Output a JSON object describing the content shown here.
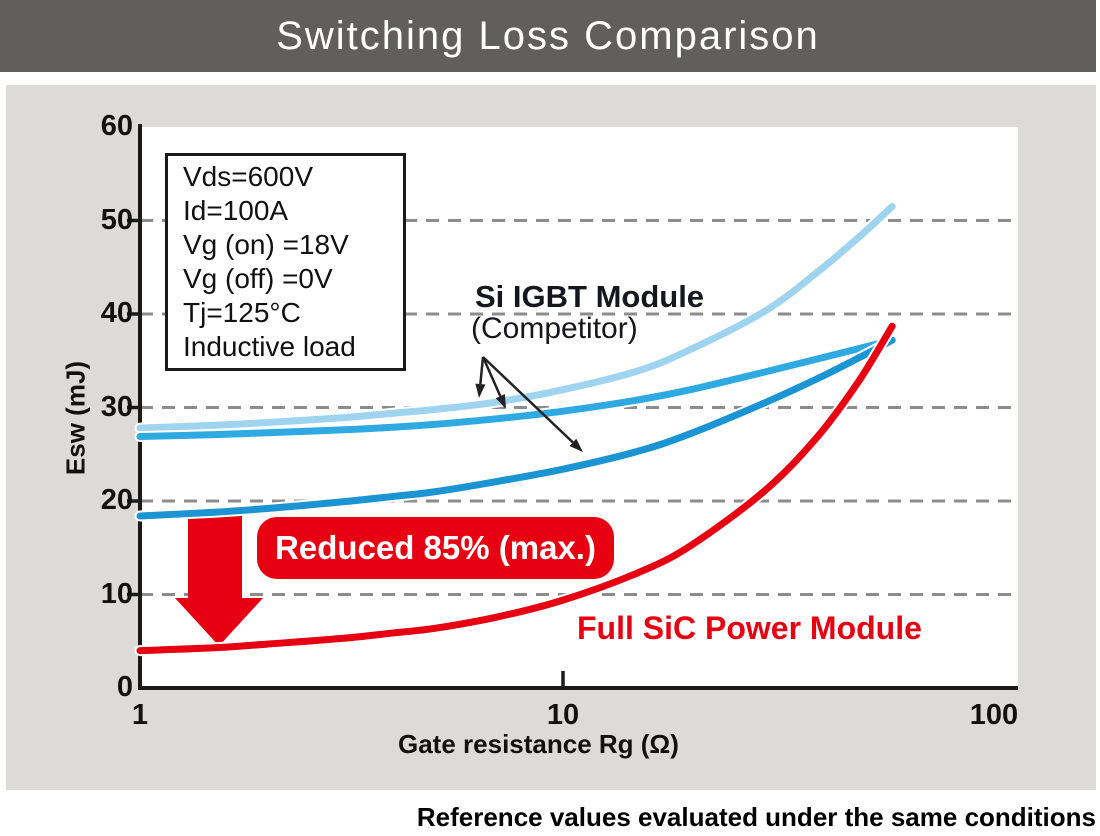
{
  "title": "Switching Loss Comparison",
  "conditions": [
    "Vds=600V",
    "Id=100A",
    "Vg (on) =18V",
    "Vg (off) =0V",
    "Tj=125°C",
    "Inductive load"
  ],
  "annotations": {
    "si_igbt_line1": "Si IGBT Module",
    "si_igbt_line2": "(Competitor)",
    "full_sic": "Full SiC Power Module",
    "reduced_badge": "Reduced 85% (max.)"
  },
  "footer": "Reference values evaluated under the same conditions",
  "colors": {
    "title_bar_bg": "#605f5d",
    "title_text": "#ffffff",
    "panel_bg": "#dcdbd9",
    "plot_bg": "#ffffff",
    "grid": "#8c8c8c",
    "axis": "#1a1a1a",
    "accent_red": "#e60012",
    "igbt_light": "#9fd4f1",
    "igbt_mid": "#2fa9e1",
    "igbt_dark": "#1b94d3",
    "annotation_arrow": "#222222"
  },
  "chart_data": {
    "type": "line",
    "title": "Switching Loss Comparison",
    "xlabel": "Gate resistance Rg (Ω)",
    "ylabel": "Esw (mJ)",
    "x_scale": "log",
    "xlim": [
      1,
      120
    ],
    "ylim": [
      0,
      60
    ],
    "x_ticks": [
      1,
      10,
      100
    ],
    "y_ticks": [
      60,
      50,
      40,
      30,
      20,
      10,
      0
    ],
    "grid_y": [
      10,
      20,
      30,
      40,
      50
    ],
    "grid_style": "dashed",
    "x": [
      1,
      1.5,
      2,
      3,
      4,
      5,
      7,
      10,
      15,
      20,
      30,
      40,
      50,
      60
    ],
    "series": [
      {
        "name": "Si IGBT Module (Competitor) upper",
        "color": "#9fd4f1",
        "values": [
          27.8,
          28.1,
          28.4,
          28.9,
          29.4,
          29.8,
          30.6,
          31.9,
          33.9,
          36.2,
          40.3,
          44.5,
          48.2,
          51.5
        ]
      },
      {
        "name": "Si IGBT Module (Competitor) middle",
        "color": "#2fa9e1",
        "values": [
          26.9,
          27.1,
          27.3,
          27.6,
          27.9,
          28.2,
          28.8,
          29.6,
          30.8,
          31.9,
          33.8,
          35.2,
          36.3,
          37.2
        ]
      },
      {
        "name": "Si IGBT Module (Competitor) lower",
        "color": "#1b94d3",
        "values": [
          18.4,
          18.8,
          19.2,
          19.9,
          20.5,
          21.0,
          22.1,
          23.4,
          25.3,
          27.2,
          30.5,
          33.1,
          35.3,
          37.2
        ]
      },
      {
        "name": "Full SiC Power Module",
        "color": "#e60012",
        "values": [
          4.0,
          4.3,
          4.7,
          5.3,
          5.9,
          6.4,
          7.6,
          9.4,
          12.3,
          15.2,
          21.1,
          26.9,
          32.8,
          38.7
        ]
      }
    ]
  }
}
